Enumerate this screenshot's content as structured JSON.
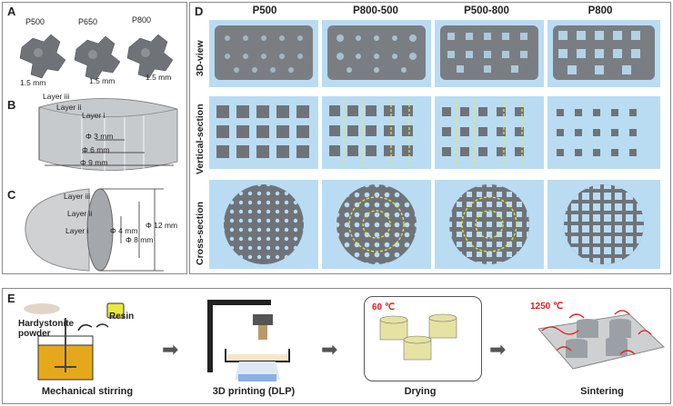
{
  "panels": {
    "a": "A",
    "b": "B",
    "c": "C",
    "d": "D",
    "e": "E"
  },
  "panel_a": {
    "labels": [
      "P500",
      "P650",
      "P800"
    ],
    "scale": "1.5 mm"
  },
  "panel_b": {
    "layers": [
      "Layer iii",
      "Layer ii",
      "Layer i"
    ],
    "dims": [
      "Φ 3 mm",
      "Φ 6 mm",
      "Φ 9 mm"
    ]
  },
  "panel_c": {
    "layers": [
      "Layer iii",
      "Layer ii",
      "Layer i"
    ],
    "dims": [
      "Φ 4 mm",
      "Φ 8 mm",
      "Φ 12 mm"
    ]
  },
  "panel_d": {
    "columns": [
      "P500",
      "P800-500",
      "P500-800",
      "P800"
    ],
    "rows": [
      "3D-view",
      "Vertical-section",
      "Cross-section"
    ]
  },
  "panel_e": {
    "powder": "Hardystonite powder",
    "resin": "Resin",
    "steps": [
      "Mechanical stirring",
      "3D printing (DLP)",
      "Drying",
      "Sintering"
    ],
    "temps": [
      "60 ℃",
      "1250 ℃"
    ]
  },
  "colors": {
    "cell_bg": "#b9dcf3",
    "highlight": "#e8e840",
    "red": "#e02020",
    "gray": "#6f7378"
  }
}
